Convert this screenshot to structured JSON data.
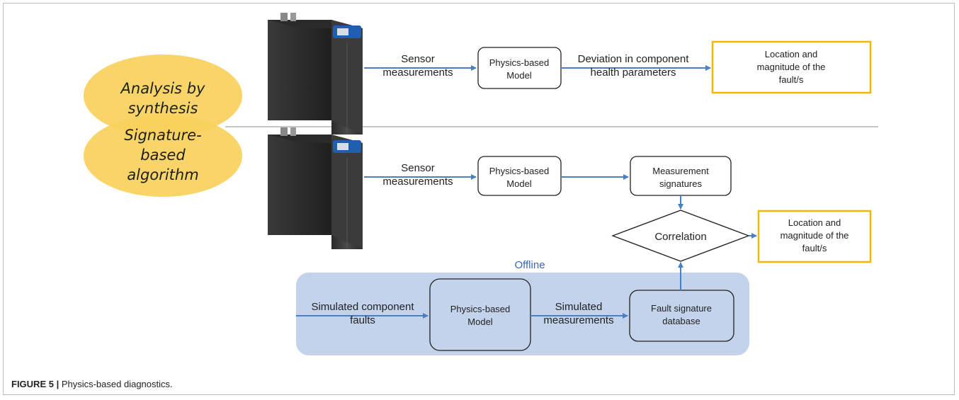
{
  "ovals": {
    "top": [
      "Analysis by",
      "synthesis"
    ],
    "bottom": [
      "Signature-",
      "based",
      "algorithm"
    ]
  },
  "top_row": {
    "arrow1_label": [
      "Sensor",
      "measurements"
    ],
    "model_box": [
      "Physics-based",
      "Model"
    ],
    "arrow2_label": [
      "Deviation in component",
      "health parameters"
    ],
    "result_box": [
      "Location and",
      "magnitude of the",
      "fault/s"
    ]
  },
  "bottom_row": {
    "arrow1_label": [
      "Sensor",
      "measurements"
    ],
    "model_box": [
      "Physics-based",
      "Model"
    ],
    "signatures_box": [
      "Measurement",
      "signatures"
    ],
    "correlation": "Correlation",
    "result_box": [
      "Location and",
      "magnitude of the",
      "fault/s"
    ]
  },
  "offline": {
    "title": "Offline",
    "input_label": [
      "Simulated component",
      "faults"
    ],
    "model_box": [
      "Physics-based",
      "Model"
    ],
    "output_label": [
      "Simulated",
      "measurements"
    ],
    "database_box": [
      "Fault signature",
      "database"
    ]
  },
  "caption": {
    "label": "FIGURE 5 |",
    "text": " Physics-based diagnostics."
  },
  "colors": {
    "arrow": "#4a7fc1",
    "oval": "#f9d15c",
    "result_border": "#f5b800",
    "offline_bg": "#c3d3ec",
    "offline_title": "#3a67b3",
    "divider": "#8c8c8c"
  }
}
